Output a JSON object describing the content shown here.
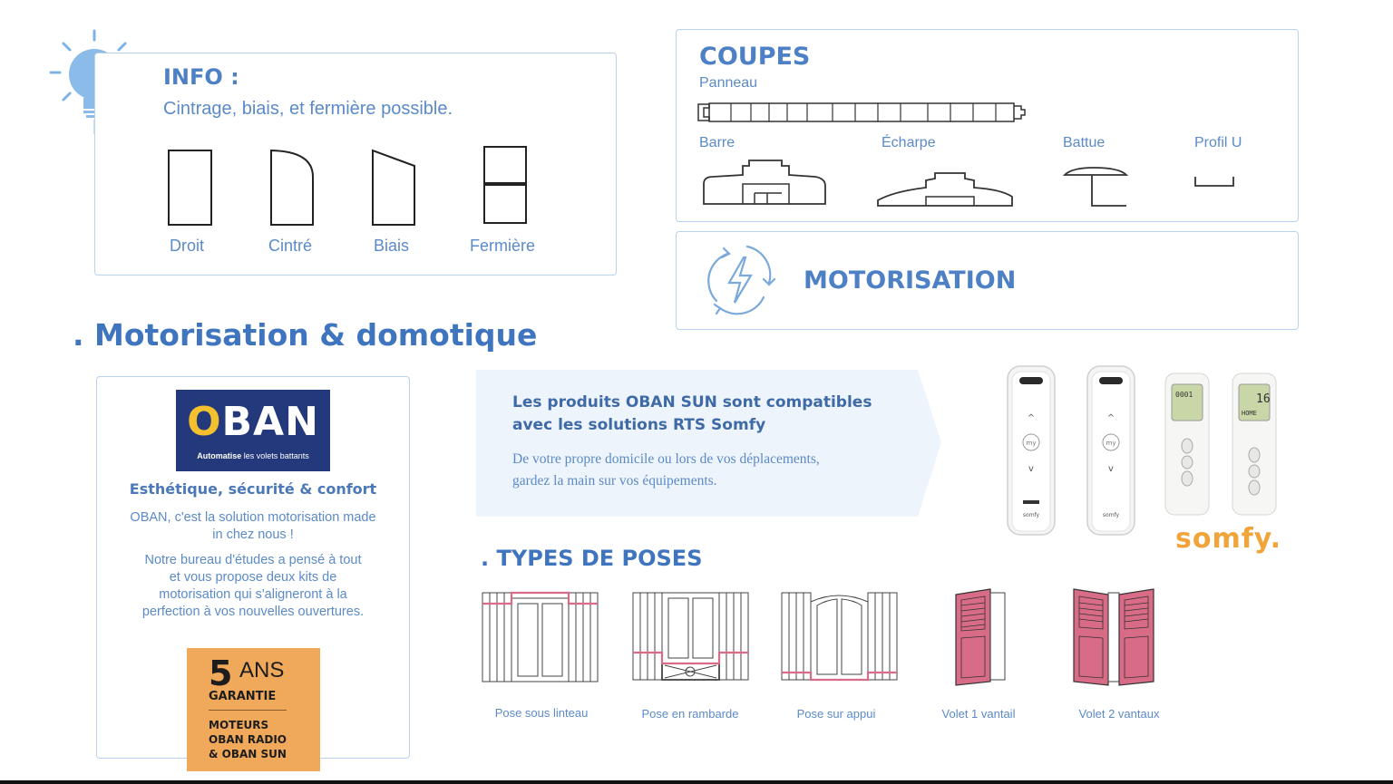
{
  "info": {
    "title": "INFO :",
    "subtitle": "Cintrage, biais, et fermière possible.",
    "shapes": [
      "Droit",
      "Cintré",
      "Biais",
      "Fermière"
    ]
  },
  "coupes": {
    "title": "COUPES",
    "panneau": "Panneau",
    "profiles": [
      "Barre",
      "Écharpe",
      "Battue",
      "Profil U"
    ]
  },
  "motorisation_box": {
    "title": "MOTORISATION"
  },
  "section_title": ". Motorisation & domotique",
  "oban": {
    "logo": "OBAN",
    "tagline_bold": "Automatise",
    "tagline_rest": " les volets battants",
    "heading": "Esthétique, sécurité & confort",
    "para1": "OBAN, c'est la solution motorisation made in chez nous !",
    "para2": "Notre bureau d'études a pensé à tout et vous propose deux kits de motorisation qui s'aligneront à la perfection à vos nouvelles ouvertures."
  },
  "guarantee": {
    "years": "5",
    "ans": "ANS",
    "label": "GARANTIE",
    "motors": "MOTEURS",
    "line2": "OBAN RADIO",
    "line3": "& OBAN SUN"
  },
  "compat": {
    "title_line1": "Les produits OBAN SUN sont compatibles",
    "title_line2": "avec les solutions RTS Somfy",
    "text_line1": "De votre propre domicile ou lors de vos déplacements,",
    "text_line2": "gardez la main sur vos équipements."
  },
  "remotes": {
    "brand": "somfy.",
    "screen1": "0001",
    "screen2": "16",
    "screen2b": "HOME",
    "my": "my"
  },
  "types": {
    "title": ". TYPES DE POSES",
    "items": [
      "Pose sous linteau",
      "Pose en rambarde",
      "Pose sur appui",
      "Volet 1 vantail",
      "Volet 2 vantaux"
    ]
  },
  "colors": {
    "accent": "#4d80c4",
    "border": "#b9d3ee",
    "oban_bg": "#23397b",
    "oban_yellow": "#f5c02e",
    "guarantee_bg": "#f0a95a",
    "pink": "#d86b86",
    "somfy_orange": "#f0a43a"
  },
  "icons": [
    "lightbulb-icon",
    "lightning-cycle-icon"
  ]
}
